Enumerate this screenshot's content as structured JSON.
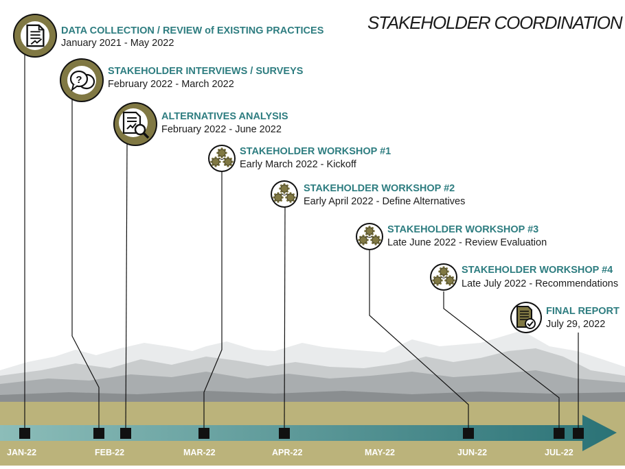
{
  "title": "STAKEHOLDER COORDINATION",
  "milestones": [
    {
      "title": "DATA COLLECTION / REVIEW of EXISTING PRACTICES",
      "date": "January 2021 - May 2022",
      "icon": "document-chart-icon"
    },
    {
      "title": "STAKEHOLDER INTERVIEWS / SURVEYS",
      "date": "February 2022 - March 2022",
      "icon": "speech-bubbles-icon"
    },
    {
      "title": "ALTERNATIVES ANALYSIS",
      "date": "February 2022 - June 2022",
      "icon": "document-magnifier-icon"
    },
    {
      "title": "STAKEHOLDER WORKSHOP #1",
      "date": "Early March 2022 - Kickoff",
      "icon": "gears-icon"
    },
    {
      "title": "STAKEHOLDER WORKSHOP #2",
      "date": "Early April 2022 - Define Alternatives",
      "icon": "gears-icon"
    },
    {
      "title": "STAKEHOLDER WORKSHOP #3",
      "date": "Late June 2022 - Review Evaluation",
      "icon": "gears-icon"
    },
    {
      "title": "STAKEHOLDER WORKSHOP #4",
      "date": "Late July 2022 - Recommendations",
      "icon": "gears-icon"
    },
    {
      "title": "FINAL REPORT",
      "date": "July 29, 2022",
      "icon": "document-check-icon"
    }
  ],
  "months": [
    "JAN-22",
    "FEB-22",
    "MAR-22",
    "APR-22",
    "MAY-22",
    "JUN-22",
    "JUL-22"
  ],
  "colors": {
    "accent": "#2e7d80",
    "olive": "#807843",
    "ground": "#bcb47c",
    "arrow_start": "#86b8b5",
    "arrow_end": "#2a7478"
  }
}
